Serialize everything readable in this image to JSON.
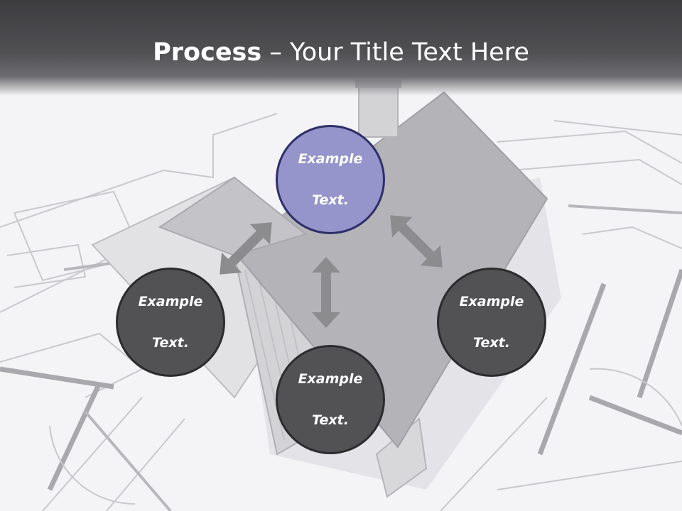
{
  "title": {
    "bold": "Process",
    "rest": " – Your Title Text Here"
  },
  "nodes": {
    "top": {
      "line1": "Example",
      "line2": "Text."
    },
    "left": {
      "line1": "Example",
      "line2": "Text."
    },
    "right": {
      "line1": "Example",
      "line2": "Text."
    },
    "bottom": {
      "line1": "Example",
      "line2": "Text."
    }
  },
  "colors": {
    "header": "#3d3d40",
    "node_dark": "#525255",
    "node_accent": "#9594cb",
    "arrow": "#8c8c8e"
  },
  "background": "house-blueprint-image"
}
